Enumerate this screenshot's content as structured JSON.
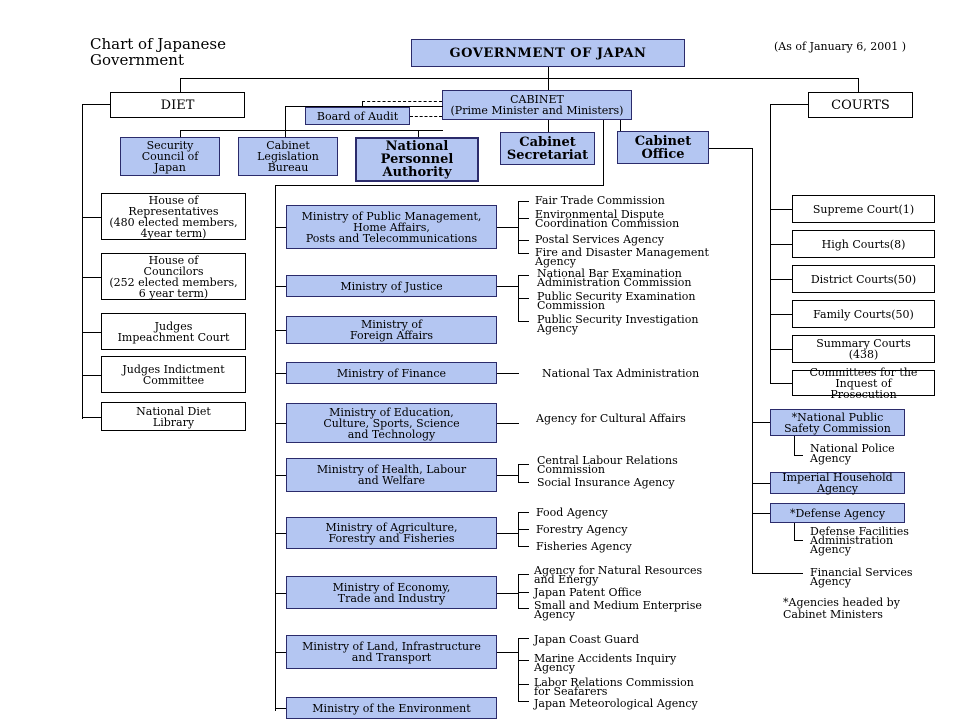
{
  "title_lines": [
    "Chart of Japanese",
    "Government"
  ],
  "as_of": "(As of January 6, 2001 )",
  "government": "GOVERNMENT OF JAPAN",
  "diet": {
    "label": "DIET",
    "items": [
      [
        "House of",
        "Representatives",
        "(480 elected members,",
        "4year term)"
      ],
      [
        "House of",
        "Councilors",
        "(252 elected members,",
        "6 year term)"
      ],
      [
        "Judges",
        "Impeachment Court"
      ],
      [
        "Judges Indictment",
        "Committee"
      ],
      [
        "National Diet",
        "Library"
      ]
    ]
  },
  "cabinet": {
    "label": "CABINET",
    "sub": "(Prime Minister and Ministers)",
    "board_of_audit": "Board of Audit",
    "security_council": [
      "Security",
      "Council of",
      "Japan"
    ],
    "legislation_bureau": [
      "Cabinet",
      "Legislation",
      "Bureau"
    ],
    "personnel_authority": [
      "National",
      "Personnel",
      "Authority"
    ],
    "secretariat": [
      "Cabinet",
      "Secretariat"
    ],
    "office": [
      "Cabinet",
      "Office"
    ]
  },
  "courts": {
    "label": "COURTS",
    "items": [
      [
        "Supreme Court(1)"
      ],
      [
        "High Courts(8)"
      ],
      [
        "District Courts(50)"
      ],
      [
        "Family Courts(50)"
      ],
      [
        "Summary Courts",
        "(438)"
      ],
      [
        "Committees for the",
        "Inquest of",
        "Prosecution"
      ]
    ]
  },
  "ministries": [
    [
      "Ministry of Public Management,",
      "Home Affairs,",
      "Posts and Telecommunications"
    ],
    [
      "Ministry  of Justice"
    ],
    [
      "Ministry of",
      "Foreign Affairs"
    ],
    [
      "Ministry of Finance"
    ],
    [
      "Ministry of Education,",
      "Culture, Sports, Science",
      "and Technology"
    ],
    [
      "Ministry of Health, Labour",
      "and Welfare"
    ],
    [
      "Ministry of Agriculture,",
      "Forestry and Fisheries"
    ],
    [
      "Ministry of Economy,",
      "Trade and Industry"
    ],
    [
      "Ministry of Land, Infrastructure",
      "and Transport"
    ],
    [
      "Ministry of the Environment"
    ]
  ],
  "agencies": {
    "public_management": [
      [
        "Fair Trade Commission"
      ],
      [
        "Environmental Dispute",
        "Coordination Commission"
      ],
      [
        "Postal Services Agency"
      ],
      [
        "Fire and Disaster Management",
        "Agency"
      ]
    ],
    "justice": [
      [
        "National Bar Examination",
        "Administration Commission"
      ],
      [
        "Public Security Examination",
        "Commission"
      ],
      [
        "Public Security Investigation",
        "Agency"
      ]
    ],
    "finance": [
      [
        "National Tax Administration"
      ]
    ],
    "education": [
      [
        "Agency for Cultural Affairs"
      ]
    ],
    "health": [
      [
        "Central Labour Relations",
        "Commission"
      ],
      [
        "Social Insurance Agency"
      ]
    ],
    "agriculture": [
      [
        "Food Agency"
      ],
      [
        "Forestry Agency"
      ],
      [
        "Fisheries Agency"
      ]
    ],
    "economy": [
      [
        "Agency for Natural Resources",
        "and Energy"
      ],
      [
        "Japan Patent Office"
      ],
      [
        "Small and Medium Enterprise",
        "Agency"
      ]
    ],
    "land": [
      [
        "Japan Coast Guard"
      ],
      [
        "Marine Accidents Inquiry",
        "Agency"
      ],
      [
        "Labor Relations Commission",
        "for Seafarers"
      ],
      [
        "Japan Meteorological Agency"
      ]
    ]
  },
  "cabinet_office_units": {
    "public_safety": [
      "*National Public",
      "Safety Commission"
    ],
    "police": [
      "National Police",
      "Agency"
    ],
    "imperial": [
      "Imperial Household",
      "Agency"
    ],
    "defense": [
      "*Defense Agency"
    ],
    "defense_facilities": [
      "Defense Facilities",
      "Administration",
      "Agency"
    ],
    "financial": [
      "Financial Services",
      "Agency"
    ]
  },
  "footnote": [
    "*Agencies headed by",
    "Cabinet Ministers"
  ],
  "colors": {
    "box_fill": "#b4c6f2",
    "box_border": "#2b2b6b",
    "line": "#000000"
  }
}
